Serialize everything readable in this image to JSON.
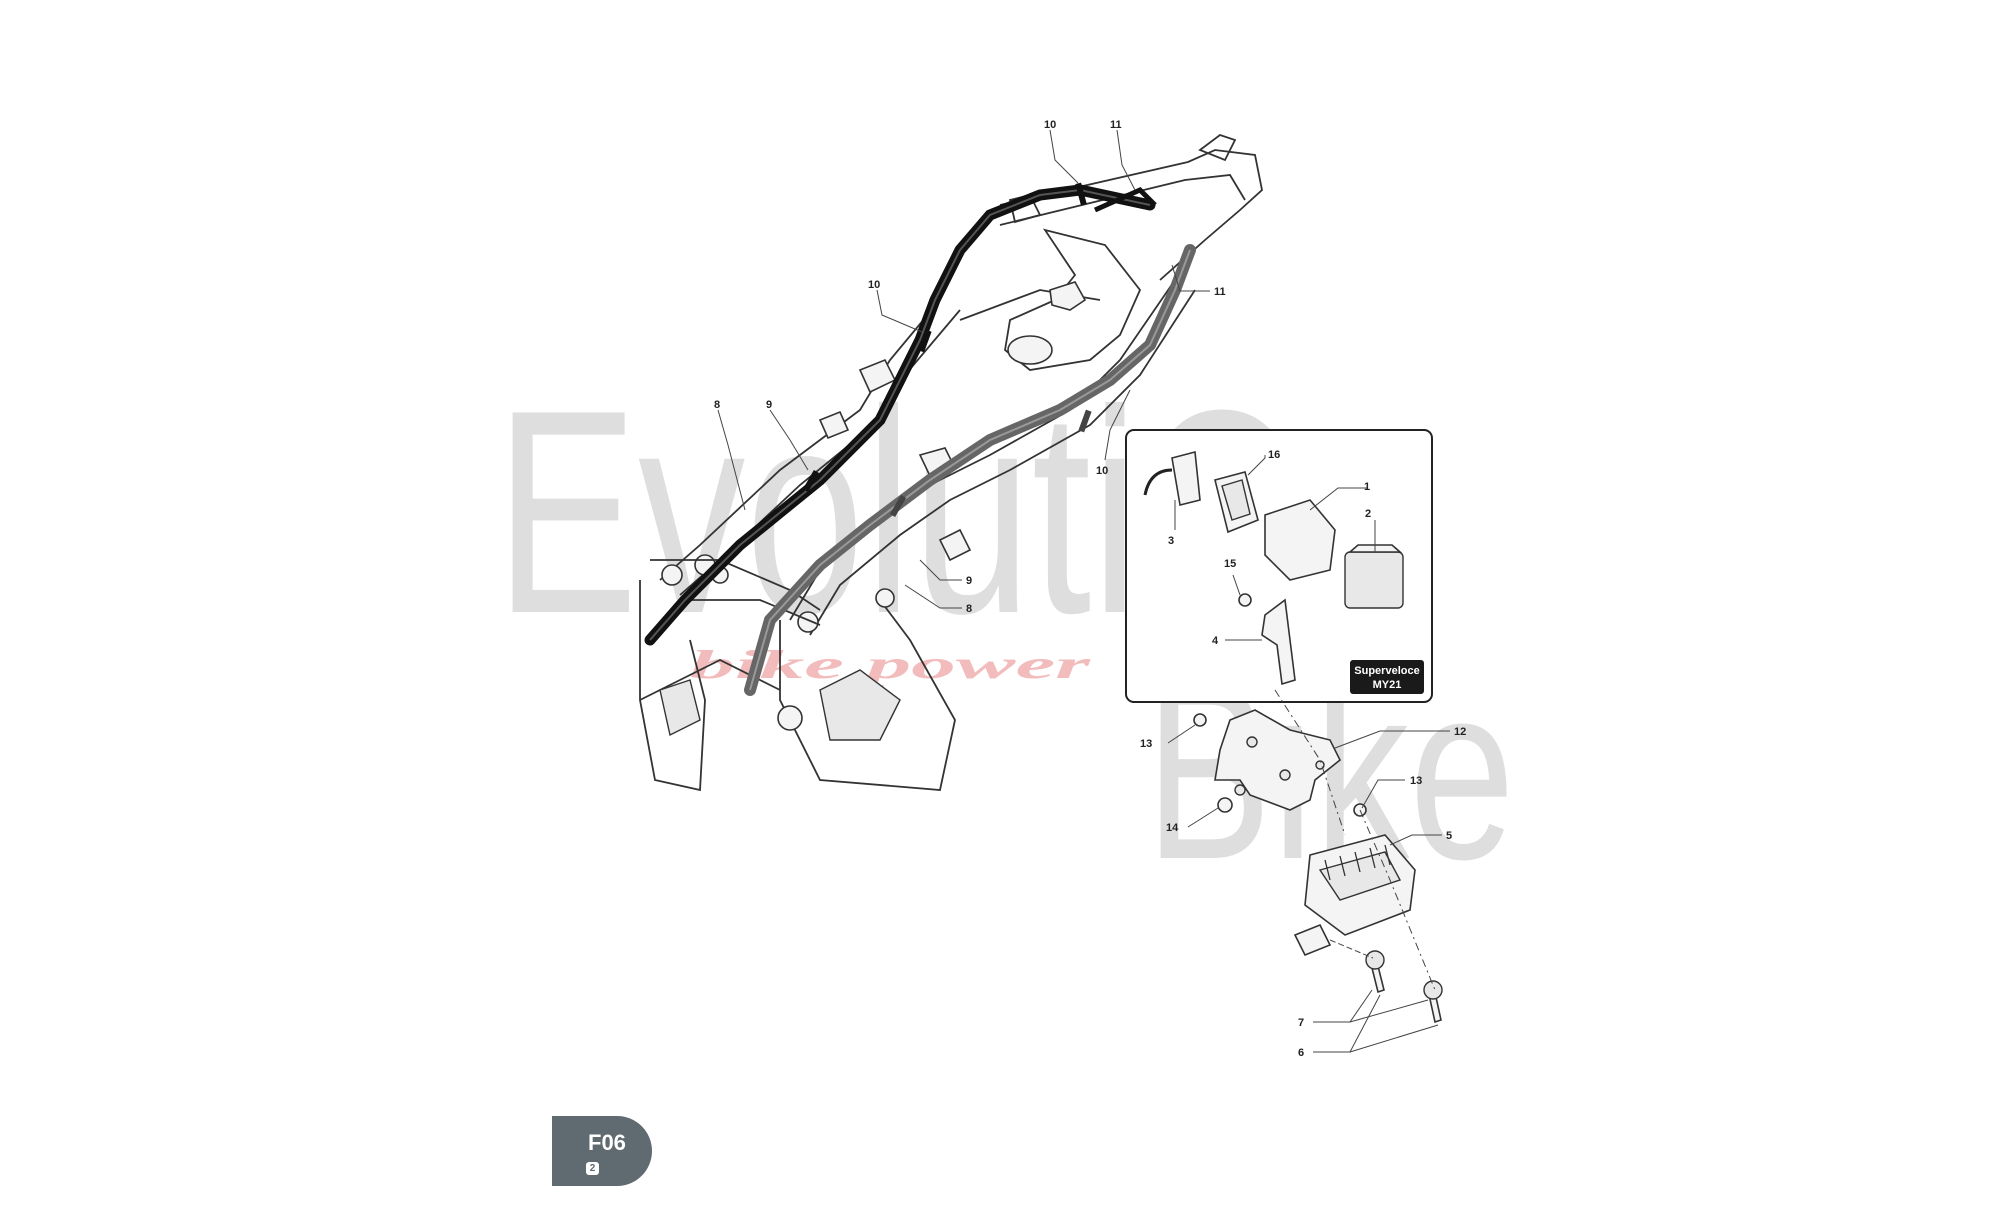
{
  "watermark": {
    "line1": "EvolutiOn",
    "line2": "Bike",
    "tagline": "bike power"
  },
  "inset": {
    "badge_line1": "Superveloce",
    "badge_line2": "MY21"
  },
  "callouts": {
    "c10_top": "10",
    "c11_top": "11",
    "c10_mid": "10",
    "c11_right": "11",
    "c8_left": "8",
    "c9_left": "9",
    "c10_low": "10",
    "c9_right": "9",
    "c8_right": "8",
    "c16": "16",
    "c1": "1",
    "c2": "2",
    "c3": "3",
    "c15": "15",
    "c4": "4",
    "c12": "12",
    "c13_left": "13",
    "c13_right": "13",
    "c14": "14",
    "c5": "5",
    "c7": "7",
    "c6": "6"
  },
  "page_badge": {
    "code": "F06",
    "number": "2"
  }
}
